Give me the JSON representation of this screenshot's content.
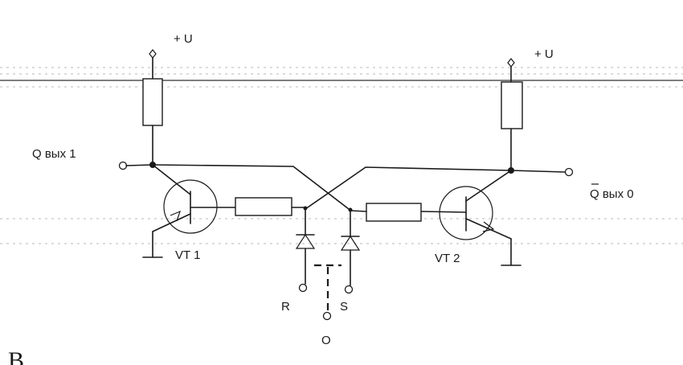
{
  "diagram": {
    "labels": {
      "supply_left": "+ U",
      "supply_right": "+ U",
      "q_out": "Q вых 1",
      "qbar_letter": "Q",
      "qbar_out": " вых 0",
      "vt1": "VT 1",
      "vt2": "VT 2",
      "r_input": "R",
      "s_input": "S",
      "o_input": "O",
      "corner_text": "B"
    },
    "colors": {
      "ink": "#1a1a1a",
      "paper": "#ffffff"
    }
  }
}
